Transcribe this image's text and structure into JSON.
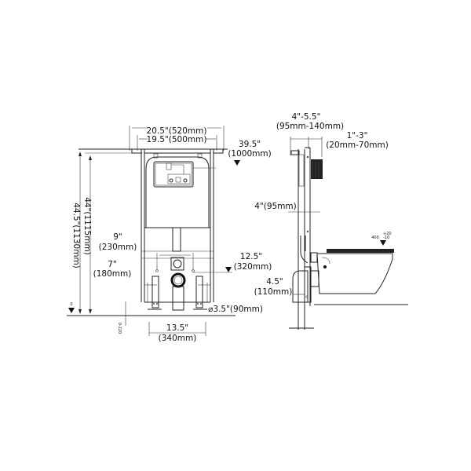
{
  "front_view": {
    "width_outer": "20.5\"(520mm)",
    "width_inner": "19.5\"(500mm)",
    "flush_height_in": "39.5\"",
    "flush_height_mm": "(1000mm)",
    "height_total": "44.5\"(1130mm)",
    "height_frame": "44\"(1115mm)",
    "bolt_spacing_height_in": "9\"",
    "bolt_spacing_height_mm": "(230mm)",
    "drain_height_in": "7\"",
    "drain_height_mm": "(180mm)",
    "waste_height_in": "12.5\"",
    "waste_height_mm": "(320mm)",
    "drain_diameter": "⌀3.5\"(90mm)",
    "leg_spacing_in": "13.5\"",
    "leg_spacing_mm": "(340mm)",
    "floor_zero": "0",
    "leg_adjust": "0-220"
  },
  "side_view": {
    "depth_in": "4\"-5.5\"",
    "depth_mm": "(95mm-140mm)",
    "button_depth_in": "1\"-3\"",
    "button_depth_mm": "(20mm-70mm)",
    "frame_depth": "4\"(95mm)",
    "outlet_in": "4.5\"",
    "outlet_mm": "(110mm)",
    "bowl_height": "400",
    "bowl_tolerance_top": "+20",
    "bowl_tolerance_bottom": "-10"
  }
}
